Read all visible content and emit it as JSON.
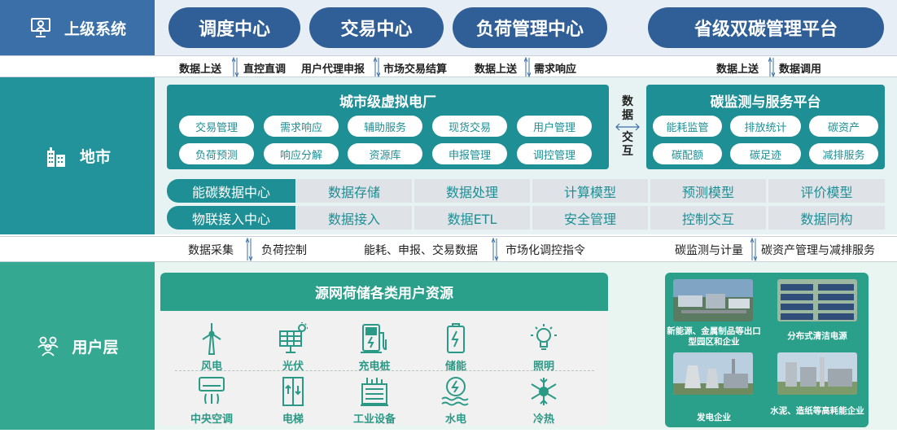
{
  "tiers": {
    "top": "上级系统",
    "mid": "地市",
    "bottom": "用户层"
  },
  "top_systems": [
    "调度中心",
    "交易中心",
    "负荷管理中心",
    "省级双碳管理平台"
  ],
  "top_links": {
    "dispatch_up": "数据上送",
    "dispatch_down": "直控直调",
    "trade_up": "用户代理申报",
    "trade_down": "市场交易结算",
    "load_up": "数据上送",
    "load_down": "需求响应",
    "carbon_up": "数据上送",
    "carbon_down": "数据调用"
  },
  "vpp": {
    "title": "城市级虚拟电厂",
    "items": [
      "交易管理",
      "需求响应",
      "辅助服务",
      "现货交易",
      "用户管理",
      "负荷预测",
      "响应分解",
      "资源库",
      "申报管理",
      "调控管理"
    ]
  },
  "exchange": [
    "数",
    "据",
    "交",
    "互"
  ],
  "carbon_platform": {
    "title": "碳监测与服务平台",
    "items": [
      "能耗监管",
      "排放统计",
      "碳资产",
      "碳配额",
      "碳足迹",
      "减排服务"
    ]
  },
  "data_center": {
    "label": "能碳数据中心",
    "cells": [
      "数据存储",
      "数据处理",
      "计算模型",
      "预测模型",
      "评价模型"
    ]
  },
  "iot_center": {
    "label": "物联接入中心",
    "cells": [
      "数据接入",
      "数据ETL",
      "安全管理",
      "控制交互",
      "数据同构"
    ]
  },
  "bottom_links": {
    "collect": "数据采集",
    "control": "负荷控制",
    "report": "能耗、申报、交易数据",
    "market": "市场化调控指令",
    "carbon_measure": "碳监测与计量",
    "carbon_service": "碳资产管理与减排服务"
  },
  "resources": {
    "title": "源网荷储各类用户资源",
    "items": [
      {
        "label": "风电",
        "icon": "wind-turbine-icon"
      },
      {
        "label": "光伏",
        "icon": "solar-panel-icon"
      },
      {
        "label": "充电桩",
        "icon": "charging-pile-icon"
      },
      {
        "label": "储能",
        "icon": "battery-icon"
      },
      {
        "label": "照明",
        "icon": "light-bulb-icon"
      },
      {
        "label": "中央空调",
        "icon": "air-conditioner-icon"
      },
      {
        "label": "电梯",
        "icon": "elevator-icon"
      },
      {
        "label": "工业设备",
        "icon": "industrial-equipment-icon"
      },
      {
        "label": "水电",
        "icon": "hydropower-icon"
      },
      {
        "label": "冷热",
        "icon": "cold-heat-icon"
      }
    ]
  },
  "enterprises": [
    "新能源、金属制品等出口型园区和企业",
    "分布式清洁电源",
    "发电企业",
    "水泥、造纸等高耗能企业"
  ],
  "colors": {
    "top": "#3a6fa8",
    "mid": "#22939b",
    "bottom": "#35a891"
  }
}
